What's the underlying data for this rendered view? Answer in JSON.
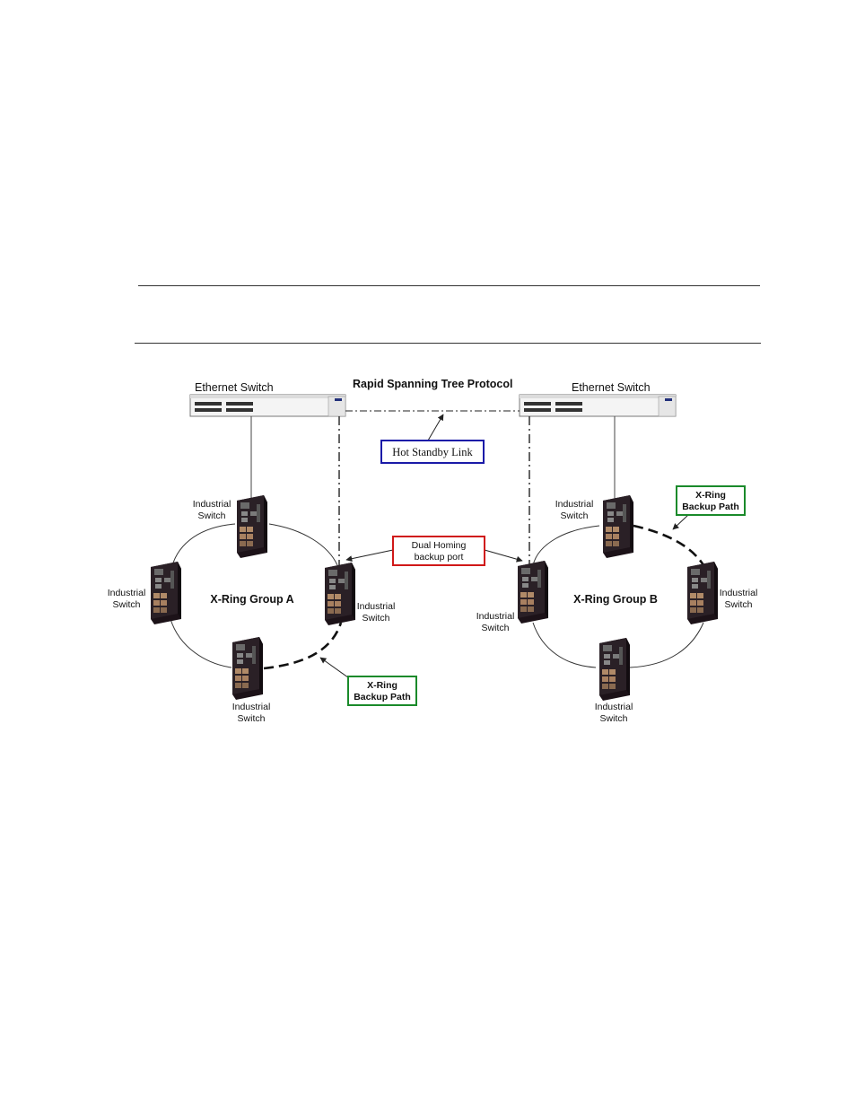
{
  "diagram": {
    "title": "Rapid Spanning Tree Protocol",
    "ethernet_switch_left": "Ethernet Switch",
    "ethernet_switch_right": "Ethernet Switch",
    "hot_standby": "Hot Standby Link",
    "dual_homing": [
      "Dual Homing",
      "backup port"
    ],
    "group_a": "X-Ring Group A",
    "group_b": "X-Ring Group B",
    "backup_path": [
      "X-Ring",
      "Backup Path"
    ],
    "switch_label": [
      "Industrial",
      "Switch"
    ],
    "colors": {
      "hot_standby_box": "#1a1aa8",
      "dual_homing_box": "#d01818",
      "backup_path_box": "#1a8a2a"
    }
  }
}
